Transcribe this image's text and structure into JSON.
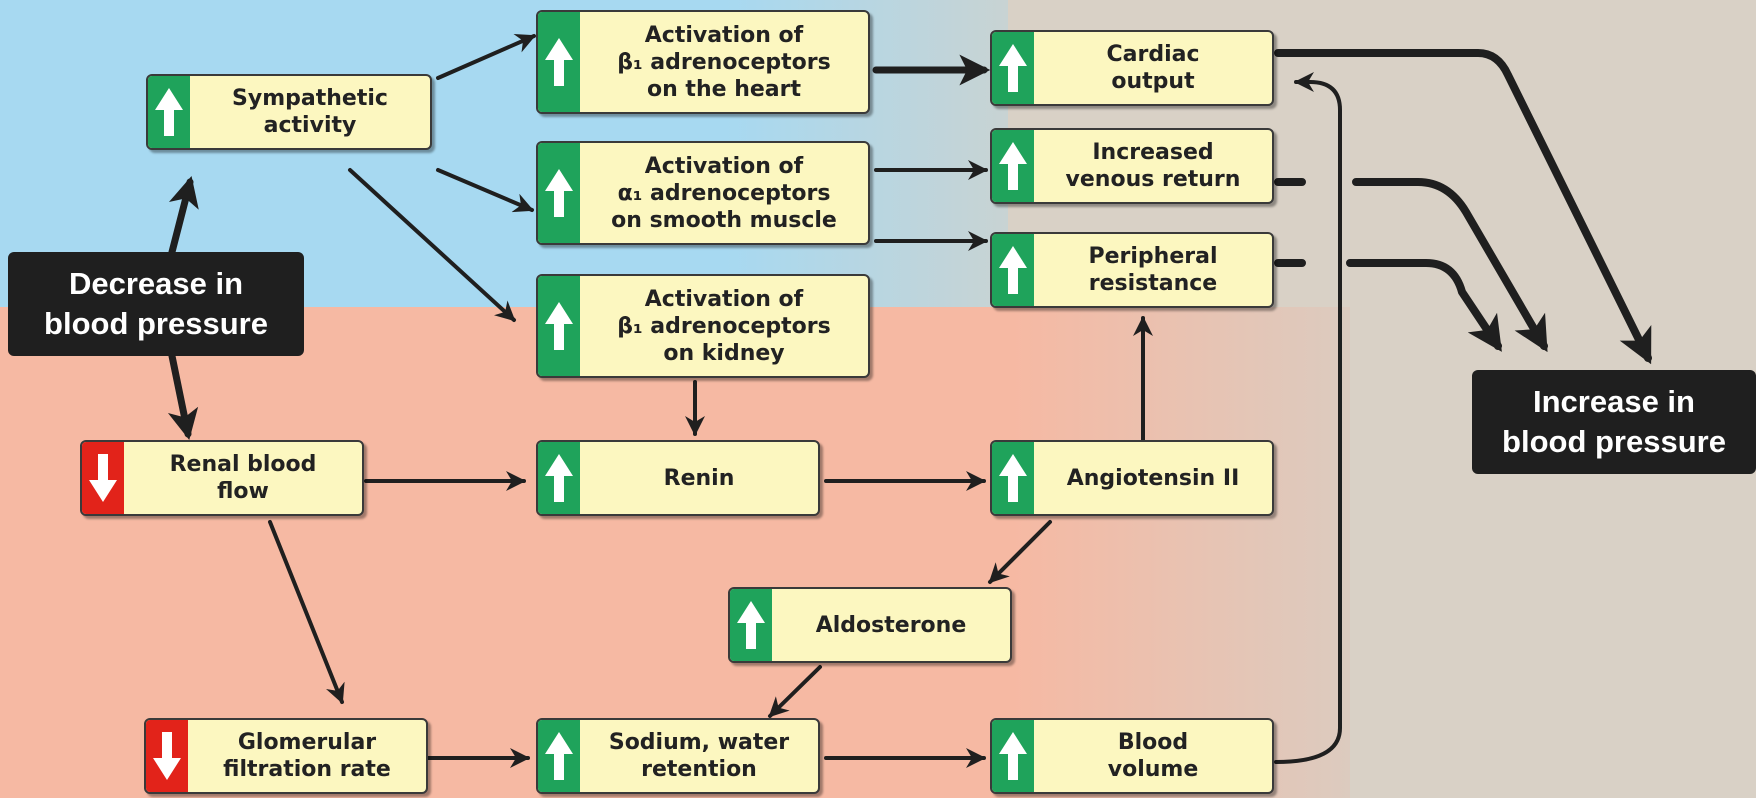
{
  "colors": {
    "sympathetic_zone": "#a7d9f1",
    "renal_zone": "#f6b9a3",
    "output_zone": "#d9d1c6",
    "node_fill": "#fcf7c0",
    "increase_marker": "#1fa35b",
    "decrease_marker": "#e2231a",
    "label_box": "#1f1f1f"
  },
  "icons": {
    "increase": "up-arrow-icon",
    "decrease": "down-arrow-icon"
  },
  "start": {
    "label": "Decrease in\nblood pressure"
  },
  "end": {
    "label": "Increase in\nblood pressure"
  },
  "nodes": {
    "sympathetic_activity": {
      "label": "Sympathetic\nactivity",
      "direction": "increase"
    },
    "beta1_heart": {
      "label": "Activation of\nβ₁ adrenoceptors\non the heart",
      "direction": "increase"
    },
    "alpha1_smooth_muscle": {
      "label": "Activation of\nα₁ adrenoceptors\non smooth muscle",
      "direction": "increase"
    },
    "beta1_kidney": {
      "label": "Activation of\nβ₁ adrenoceptors\non kidney",
      "direction": "increase"
    },
    "cardiac_output": {
      "label": "Cardiac\noutput",
      "direction": "increase"
    },
    "venous_return": {
      "label": "Increased\nvenous return",
      "direction": "increase"
    },
    "peripheral_resistance": {
      "label": "Peripheral\nresistance",
      "direction": "increase"
    },
    "renal_blood_flow": {
      "label": "Renal blood\nflow",
      "direction": "decrease"
    },
    "renin": {
      "label": "Renin",
      "direction": "increase"
    },
    "angiotensin_ii": {
      "label": "Angiotensin II",
      "direction": "increase"
    },
    "aldosterone": {
      "label": "Aldosterone",
      "direction": "increase"
    },
    "glomerular_filtration_rate": {
      "label": "Glomerular\nfiltration rate",
      "direction": "decrease"
    },
    "sodium_water_retention": {
      "label": "Sodium, water\nretention",
      "direction": "increase"
    },
    "blood_volume": {
      "label": "Blood\nvolume",
      "direction": "increase"
    }
  }
}
